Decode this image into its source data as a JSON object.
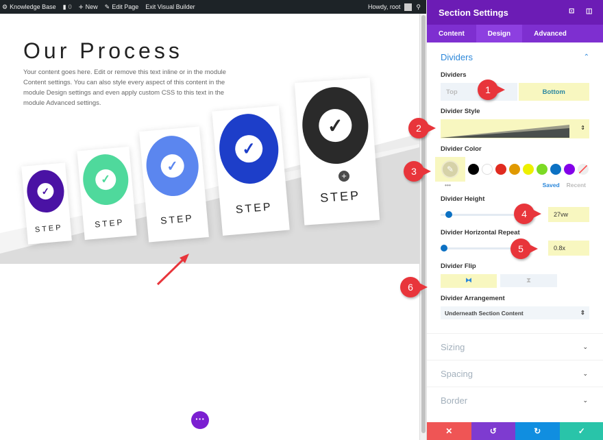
{
  "adminbar": {
    "site": "Knowledge Base",
    "comments": "0",
    "new": "New",
    "edit": "Edit Page",
    "exit": "Exit Visual Builder",
    "howdy": "Howdy, root"
  },
  "page": {
    "title": "Our Process",
    "intro": "Your content goes here. Edit or remove this text inline or in the module Content settings. You can also style every aspect of this content in the module Design settings and even apply custom CSS to this text in the module Advanced settings.",
    "cards": [
      {
        "label": "STEP",
        "color": "#4a12a4"
      },
      {
        "label": "STEP",
        "color": "#4fd99c"
      },
      {
        "label": "STEP",
        "color": "#5b86ef"
      },
      {
        "label": "STEP",
        "color": "#1d3ec9"
      },
      {
        "label": "STEP",
        "color": "#2a2a2a"
      }
    ],
    "divider_color": "#dcdcdc"
  },
  "panel": {
    "title": "Section Settings",
    "tabs": [
      "Content",
      "Design",
      "Advanced"
    ],
    "dividers": {
      "title": "Dividers",
      "label": "Dividers",
      "top": "Top",
      "bottom": "Bottom",
      "style_label": "Divider Style",
      "color_label": "Divider Color",
      "swatches": [
        "#000000",
        "#ffffff",
        "#e02b20",
        "#e09900",
        "#edf000",
        "#7cda24",
        "#0c71c3",
        "#8300e9"
      ],
      "saved": "Saved",
      "recent": "Recent",
      "height_label": "Divider Height",
      "height_value": "27vw",
      "repeat_label": "Divider Horizontal Repeat",
      "repeat_value": "0.8x",
      "flip_label": "Divider Flip",
      "arrangement_label": "Divider Arrangement",
      "arrangement_value": "Underneath Section Content"
    },
    "collapsed": [
      "Sizing",
      "Spacing",
      "Border"
    ],
    "footer_colors": [
      "#ef5555",
      "#7e3bd0",
      "#108ee0",
      "#29c4a9"
    ]
  },
  "annotations": [
    "1",
    "2",
    "3",
    "4",
    "5",
    "6"
  ],
  "accent": "#2b87da"
}
